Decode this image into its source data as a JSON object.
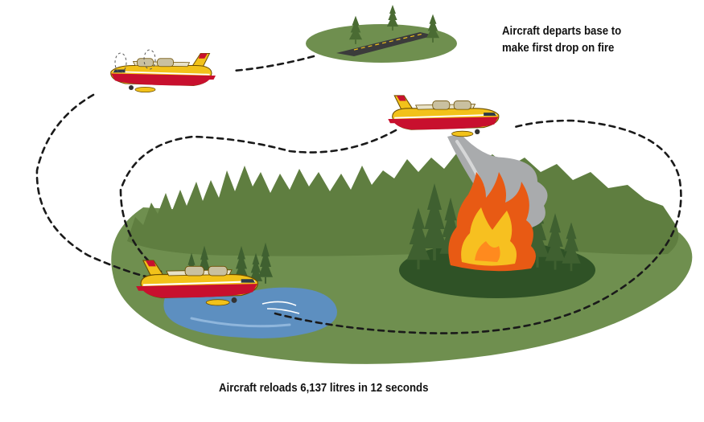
{
  "captions": {
    "departs_line1": "Aircraft departs base to",
    "departs_line2": "make first drop on fire",
    "reloads": "Aircraft reloads 6,137 litres in 12 seconds"
  },
  "colors": {
    "background": "#ffffff",
    "ground": "#6f8f4f",
    "forest": "#5f7e40",
    "forest_dark": "#3f6030",
    "burn_zone": "#2f5226",
    "water": "#5d8fc0",
    "runway": "#3b3b3b",
    "aircraft_body": "#f2c21a",
    "aircraft_accent": "#c8102e",
    "fire": "#e85a14",
    "fire_core": "#f7c020",
    "retardant": "#a9abad",
    "flight_path": "#1a1a1a"
  },
  "icons": {
    "aircraft": "water-bomber-icon",
    "tree": "conifer-tree-icon",
    "fire": "fire-icon",
    "runway": "runway-icon"
  }
}
